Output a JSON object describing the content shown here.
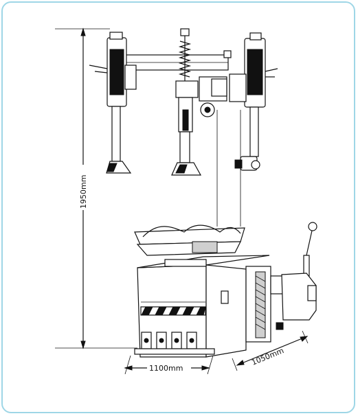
{
  "dimensions": {
    "height_label": "1950mm",
    "width_label": "1100mm",
    "depth_label": "1050mm"
  },
  "icons": [
    "tire-changer-machine-icon"
  ]
}
